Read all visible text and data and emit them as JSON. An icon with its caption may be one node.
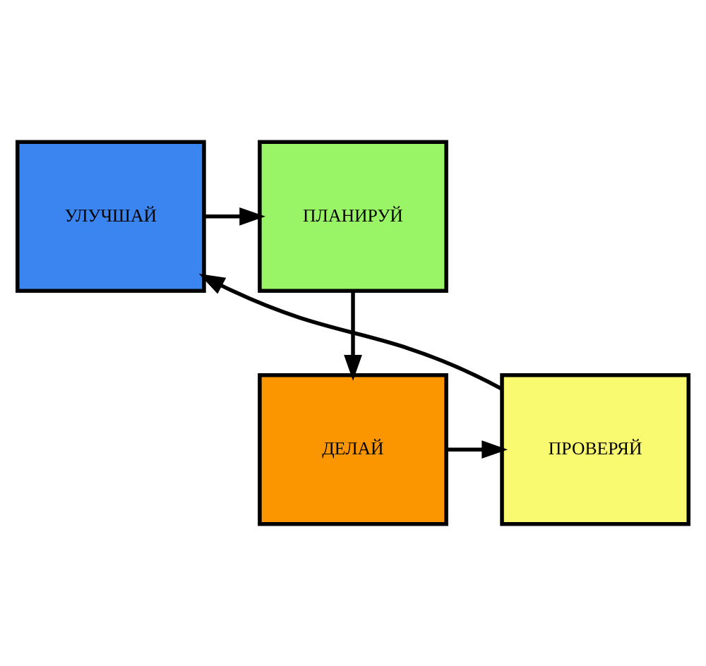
{
  "diagram": {
    "nodes": [
      {
        "text": [
          "УЛУЧШАЙ"
        ]
      },
      {
        "text": [
          "ПЛАНИРУЙ"
        ]
      },
      {
        "text": [
          "ПРОВЕРЯЙ"
        ]
      },
      {
        "text": [
          "ДЕЛАЙ"
        ]
      }
    ],
    "edges": [
      {
        "from": 0,
        "to": 1,
        "arrow": "to"
      },
      {
        "from": 1,
        "to": 3,
        "arrow": "to"
      },
      {
        "from": 3,
        "to": 2,
        "arrow": "to"
      },
      {
        "from": 2,
        "to": 0,
        "arrow": "to"
      }
    ]
  }
}
